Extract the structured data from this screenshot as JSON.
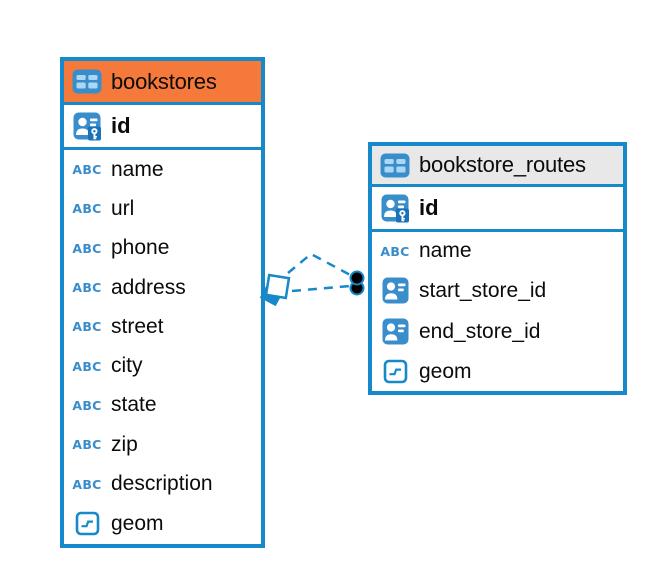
{
  "colors": {
    "accent_blue": "#1789ca",
    "icon_blue": "#3a8dcb",
    "icon_light_blue": "#abd7f3",
    "key_badge_blue": "#1a72b8",
    "bookstores_header_bg": "#f5793b",
    "routes_header_bg": "#e9e8e8",
    "relation_dot": "#000000"
  },
  "icons": {
    "abc_glyph": "ABC"
  },
  "tables": [
    {
      "name": "bookstores",
      "columns": [
        {
          "label": "id",
          "icon": "person-key-icon"
        },
        {
          "label": "name",
          "icon": "abc-icon"
        },
        {
          "label": "url",
          "icon": "abc-icon"
        },
        {
          "label": "phone",
          "icon": "abc-icon"
        },
        {
          "label": "address",
          "icon": "abc-icon"
        },
        {
          "label": "street",
          "icon": "abc-icon"
        },
        {
          "label": "city",
          "icon": "abc-icon"
        },
        {
          "label": "state",
          "icon": "abc-icon"
        },
        {
          "label": "zip",
          "icon": "abc-icon"
        },
        {
          "label": "description",
          "icon": "abc-icon"
        },
        {
          "label": "geom",
          "icon": "geometry-icon"
        }
      ]
    },
    {
      "name": "bookstore_routes",
      "columns": [
        {
          "label": "id",
          "icon": "person-key-icon"
        },
        {
          "label": "name",
          "icon": "abc-icon"
        },
        {
          "label": "start_store_id",
          "icon": "person-icon"
        },
        {
          "label": "end_store_id",
          "icon": "person-icon"
        },
        {
          "label": "geom",
          "icon": "geometry-icon"
        }
      ]
    }
  ],
  "relations": {
    "count": 2,
    "style": "dashed",
    "from_table": "bookstores",
    "to_table": "bookstore_routes"
  }
}
